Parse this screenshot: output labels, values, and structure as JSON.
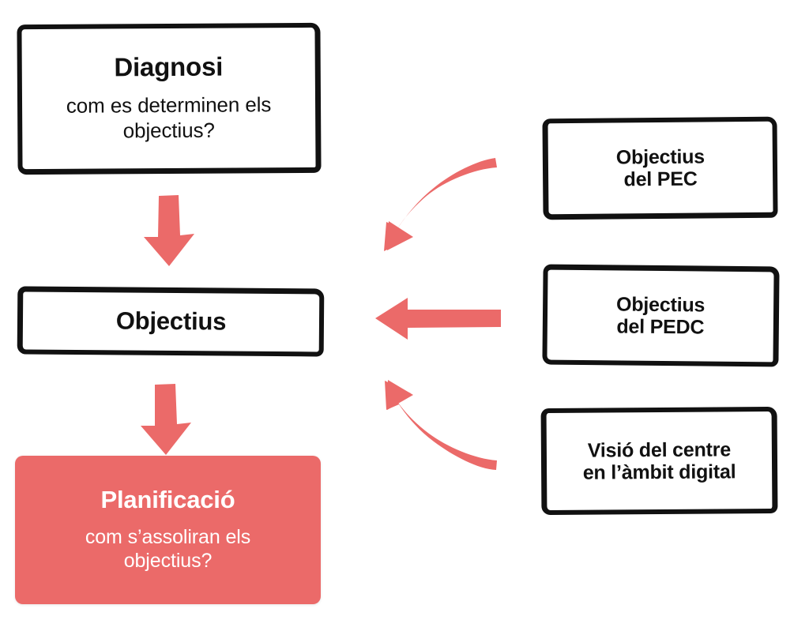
{
  "diagram": {
    "type": "flow-diagram",
    "language": "ca",
    "background_color": "#ffffff",
    "accent_color": "#eb6a69",
    "outline_color": "#111111",
    "nodes": [
      {
        "id": "diagnosi",
        "title": "Diagnosi",
        "subtitle": "com es determinen els objectius?",
        "style": "outlined"
      },
      {
        "id": "objectius",
        "title": "Objectius",
        "subtitle": "",
        "style": "outlined"
      },
      {
        "id": "planificacio",
        "title": "Planificació",
        "subtitle": "com s’assoliran els objectius?",
        "style": "filled"
      },
      {
        "id": "objectius-pec",
        "title": "Objectius del PEC",
        "subtitle": "",
        "style": "outlined"
      },
      {
        "id": "objectius-pedc",
        "title": "Objectius del PEDC",
        "subtitle": "",
        "style": "outlined"
      },
      {
        "id": "visio",
        "title": "Visió del centre en l’àmbit digital",
        "subtitle": "",
        "style": "outlined"
      }
    ],
    "edges": [
      {
        "id": "diagnosi-to-objectius",
        "from": "diagnosi",
        "to": "objectius",
        "shape": "straight-down",
        "color": "#eb6a69"
      },
      {
        "id": "objectius-to-planificacio",
        "from": "objectius",
        "to": "planificacio",
        "shape": "straight-down",
        "color": "#eb6a69"
      },
      {
        "id": "pec-to-objectius",
        "from": "objectius-pec",
        "to": "objectius",
        "shape": "curve-down-left",
        "color": "#eb6a69"
      },
      {
        "id": "pedc-to-objectius",
        "from": "objectius-pedc",
        "to": "objectius",
        "shape": "straight-left",
        "color": "#eb6a69"
      },
      {
        "id": "visio-to-objectius",
        "from": "visio",
        "to": "objectius",
        "shape": "curve-up-left",
        "color": "#eb6a69"
      }
    ]
  },
  "labels": {
    "diagnosi_title": "Diagnosi",
    "diagnosi_line1": "com es determinen els",
    "diagnosi_line2": "objectius?",
    "objectius_title": "Objectius",
    "planificacio_title": "Planificació",
    "planificacio_line1": "com s’assoliran els",
    "planificacio_line2": "objectius?",
    "pec_line1": "Objectius",
    "pec_line2": "del PEC",
    "pedc_line1": "Objectius",
    "pedc_line2": "del PEDC",
    "visio_line1": "Visió del centre",
    "visio_line2": "en l’àmbit digital"
  }
}
